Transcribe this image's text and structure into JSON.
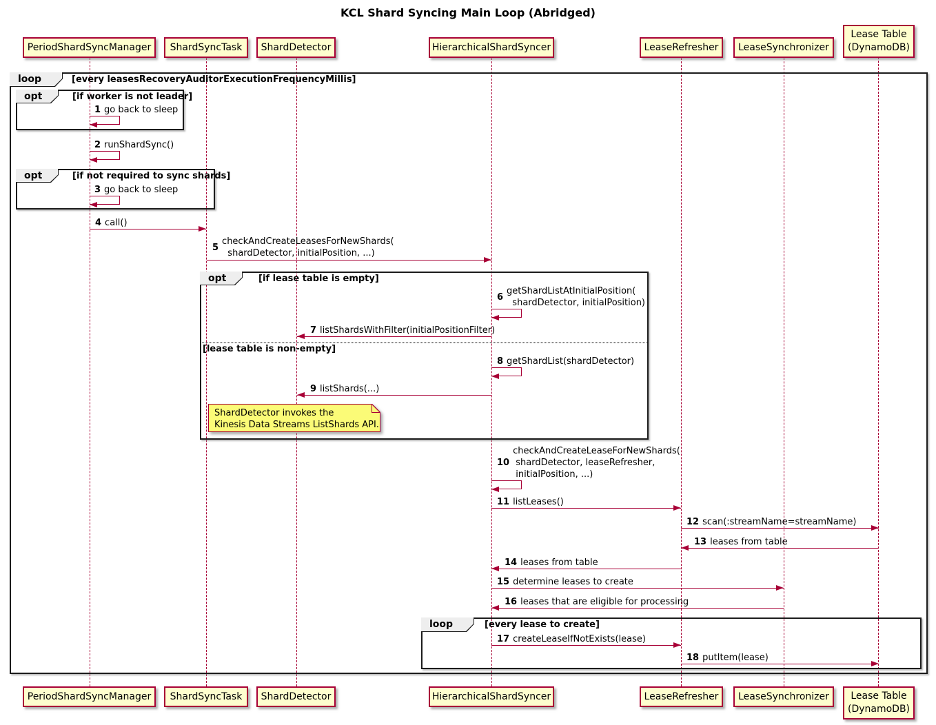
{
  "title": "KCL Shard Syncing Main Loop (Abridged)",
  "colors": {
    "accent": "#A80036",
    "participant_fill": "#FEFECE",
    "note_fill": "#FBFB77",
    "frame_label_fill": "#EEEEEE",
    "frame_border": "#1B1B1B",
    "text": "#000000"
  },
  "participants": [
    {
      "label": "PeriodShardSyncManager"
    },
    {
      "label": "ShardSyncTask"
    },
    {
      "label": "ShardDetector"
    },
    {
      "label": "HierarchicalShardSyncer"
    },
    {
      "label": "LeaseRefresher"
    },
    {
      "label": "LeaseSynchronizer"
    },
    {
      "label": "Lease Table\n(DynamoDB)"
    }
  ],
  "frames": {
    "main_loop": {
      "operator": "loop",
      "condition": "[every leasesRecoveryAuditorExecutionFrequencyMillis]"
    },
    "opt_not_leader": {
      "operator": "opt",
      "condition": "[if worker is not leader]"
    },
    "opt_not_required": {
      "operator": "opt",
      "condition": "[if not required to sync shards]"
    },
    "opt_lease_table": {
      "operator": "opt",
      "condition": "[if lease table is empty]",
      "else_condition": "[lease table is non-empty]"
    },
    "create_loop": {
      "operator": "loop",
      "condition": "[every lease to create]"
    }
  },
  "note": {
    "text": "ShardDetector invokes the\nKinesis Data Streams ListShards API."
  },
  "messages": [
    {
      "num": "1",
      "text": "go back to sleep"
    },
    {
      "num": "2",
      "text": "runShardSync()"
    },
    {
      "num": "3",
      "text": "go back to sleep"
    },
    {
      "num": "4",
      "text": "call()"
    },
    {
      "num": "5",
      "text": "checkAndCreateLeasesForNewShards(\n  shardDetector, initialPosition, ...)"
    },
    {
      "num": "6",
      "text": "getShardListAtInitialPosition(\n  shardDetector, initialPosition)"
    },
    {
      "num": "7",
      "text": "listShardsWithFilter(initialPositionFilter)"
    },
    {
      "num": "8",
      "text": "getShardList(shardDetector)"
    },
    {
      "num": "9",
      "text": "listShards(...)"
    },
    {
      "num": "10",
      "text": "checkAndCreateLeaseForNewShards(\n shardDetector, leaseRefresher,\n initialPosition, ...)"
    },
    {
      "num": "11",
      "text": "listLeases()"
    },
    {
      "num": "12",
      "text": "scan(:streamName=streamName)"
    },
    {
      "num": "13",
      "text": "leases from table"
    },
    {
      "num": "14",
      "text": "leases from table"
    },
    {
      "num": "15",
      "text": "determine leases to create"
    },
    {
      "num": "16",
      "text": "leases that are eligible for processing"
    },
    {
      "num": "17",
      "text": "createLeaseIfNotExists(lease)"
    },
    {
      "num": "18",
      "text": "putItem(lease)"
    }
  ]
}
